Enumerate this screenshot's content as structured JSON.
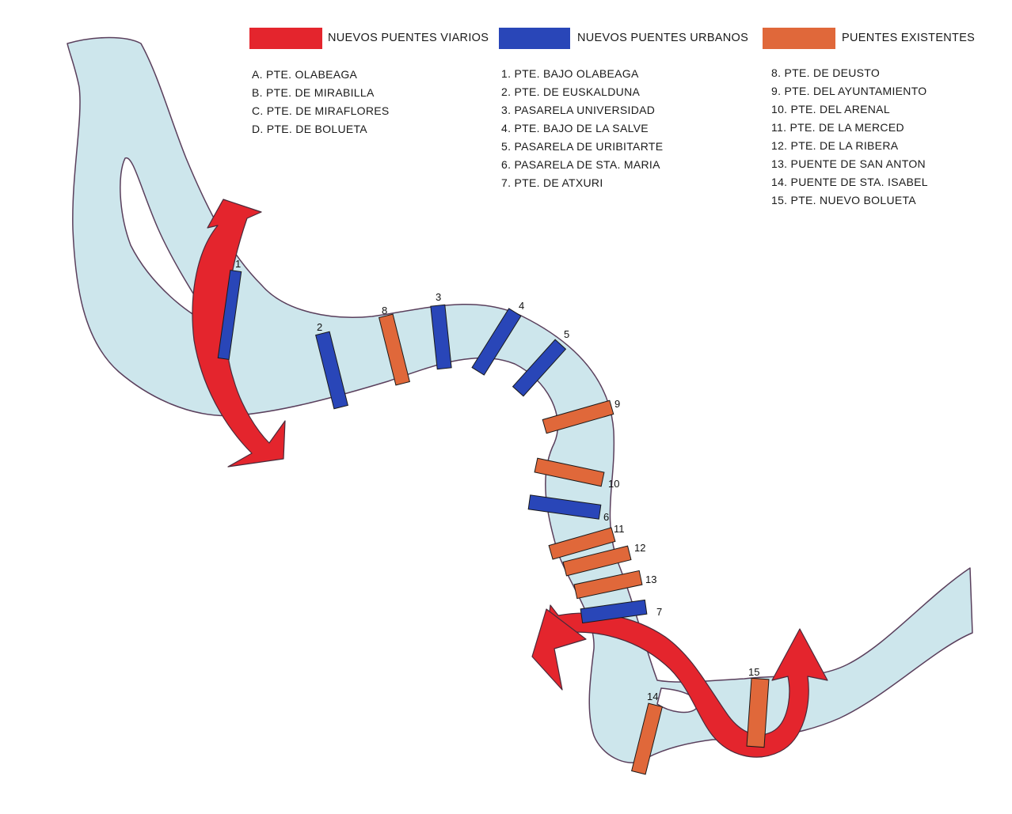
{
  "colors": {
    "river": "#cde6ec",
    "river_outline": "#5a3f5c",
    "road_bridge": "#e4252d",
    "urban_bridge": "#2946b8",
    "existing_bridge": "#e0683a"
  },
  "legend": {
    "road": {
      "label": "NUEVOS PUENTES VIARIOS",
      "items": [
        "A. PTE. OLABEAGA",
        "B.  PTE. DE MIRABILLA",
        "C. PTE. DE MIRAFLORES",
        "D. PTE. DE BOLUETA"
      ]
    },
    "urban": {
      "label": "NUEVOS PUENTES URBANOS",
      "items": [
        "1. PTE. BAJO OLABEAGA",
        "2. PTE. DE EUSKALDUNA",
        "3. PASARELA UNIVERSIDAD",
        "4. PTE. BAJO DE LA SALVE",
        "5. PASARELA DE URIBITARTE",
        "6. PASARELA DE STA. MARIA",
        "7. PTE. DE ATXURI"
      ]
    },
    "existing": {
      "label": "PUENTES EXISTENTES",
      "items": [
        "8. PTE. DE DEUSTO",
        "9. PTE. DEL AYUNTAMIENTO",
        "10. PTE. DEL ARENAL",
        "11. PTE. DE LA MERCED",
        "12. PTE. DE LA RIBERA",
        "13. PUENTE DE SAN ANTON",
        "14. PUENTE DE STA. ISABEL",
        "15. PTE. NUEVO BOLUETA"
      ]
    }
  },
  "bridge_numbers": {
    "b1": "1",
    "b2": "2",
    "b3": "3",
    "b4": "4",
    "b5": "5",
    "b6": "6",
    "b7": "7",
    "b8": "8",
    "b9": "9",
    "b10": "10",
    "b11": "11",
    "b12": "12",
    "b13": "13",
    "b14": "14",
    "b15": "15"
  }
}
